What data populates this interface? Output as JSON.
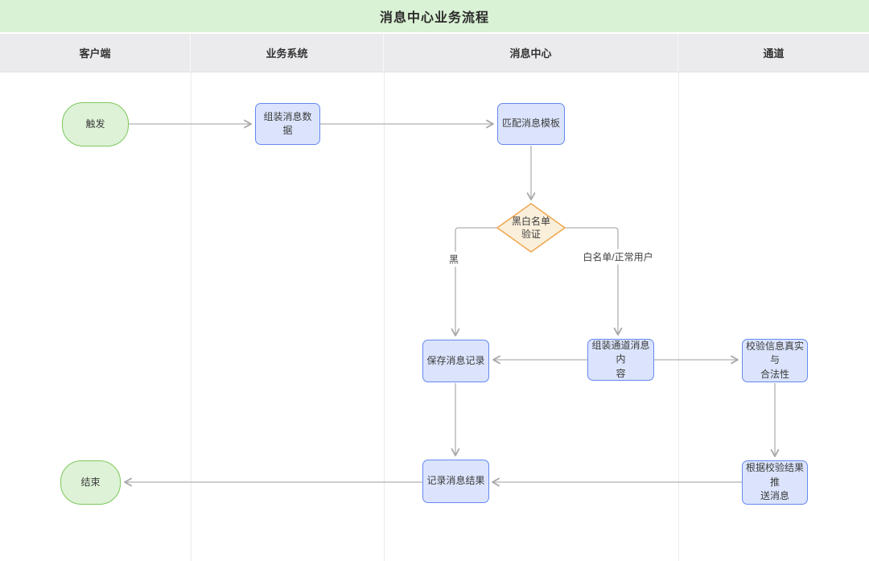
{
  "title": "消息中心业务流程",
  "lanes": [
    {
      "id": "client",
      "label": "客户端"
    },
    {
      "id": "business-system",
      "label": "业务系统"
    },
    {
      "id": "message-center",
      "label": "消息中心"
    },
    {
      "id": "channel",
      "label": "通道"
    }
  ],
  "nodes": {
    "trigger": {
      "type": "start",
      "label": "触发"
    },
    "assemble_message_data": {
      "type": "task",
      "label": "组装消息数据"
    },
    "match_message_template": {
      "type": "task",
      "label": "匹配消息模板"
    },
    "black_white_list_check": {
      "type": "decision",
      "label": "黑白名单\n验证"
    },
    "save_message_record": {
      "type": "task",
      "label": "保存消息记录"
    },
    "assemble_channel_message": {
      "type": "task",
      "label": "组装通道消息内\n容"
    },
    "verify_authenticity": {
      "type": "task",
      "label": "校验信息真实与\n合法性"
    },
    "record_message_result": {
      "type": "task",
      "label": "记录消息结果"
    },
    "push_message_by_result": {
      "type": "task",
      "label": "根据校验结果推\n送消息"
    },
    "end": {
      "type": "end",
      "label": "结束"
    }
  },
  "edge_labels": {
    "blacklist_branch": "黑",
    "whitelist_branch": "白名单/正常用户"
  },
  "edges": [
    {
      "from": "trigger",
      "to": "assemble_message_data",
      "label": ""
    },
    {
      "from": "assemble_message_data",
      "to": "match_message_template",
      "label": ""
    },
    {
      "from": "match_message_template",
      "to": "black_white_list_check",
      "label": ""
    },
    {
      "from": "black_white_list_check",
      "to": "save_message_record",
      "label": "黑"
    },
    {
      "from": "black_white_list_check",
      "to": "assemble_channel_message",
      "label": "白名单/正常用户"
    },
    {
      "from": "assemble_channel_message",
      "to": "save_message_record",
      "label": ""
    },
    {
      "from": "assemble_channel_message",
      "to": "verify_authenticity",
      "label": ""
    },
    {
      "from": "save_message_record",
      "to": "record_message_result",
      "label": ""
    },
    {
      "from": "verify_authenticity",
      "to": "push_message_by_result",
      "label": ""
    },
    {
      "from": "push_message_by_result",
      "to": "record_message_result",
      "label": ""
    },
    {
      "from": "record_message_result",
      "to": "end",
      "label": ""
    }
  ],
  "colors": {
    "title_bg": "#d9f1d4",
    "header_bg": "#ebebee",
    "task_fill": "#dbe4fc",
    "task_border": "#6488f0",
    "terminal_fill": "#def2d7",
    "terminal_border": "#7cc85b",
    "decision_fill": "#faefdb",
    "decision_border": "#efa64f",
    "arrow": "#b1b1b3"
  }
}
